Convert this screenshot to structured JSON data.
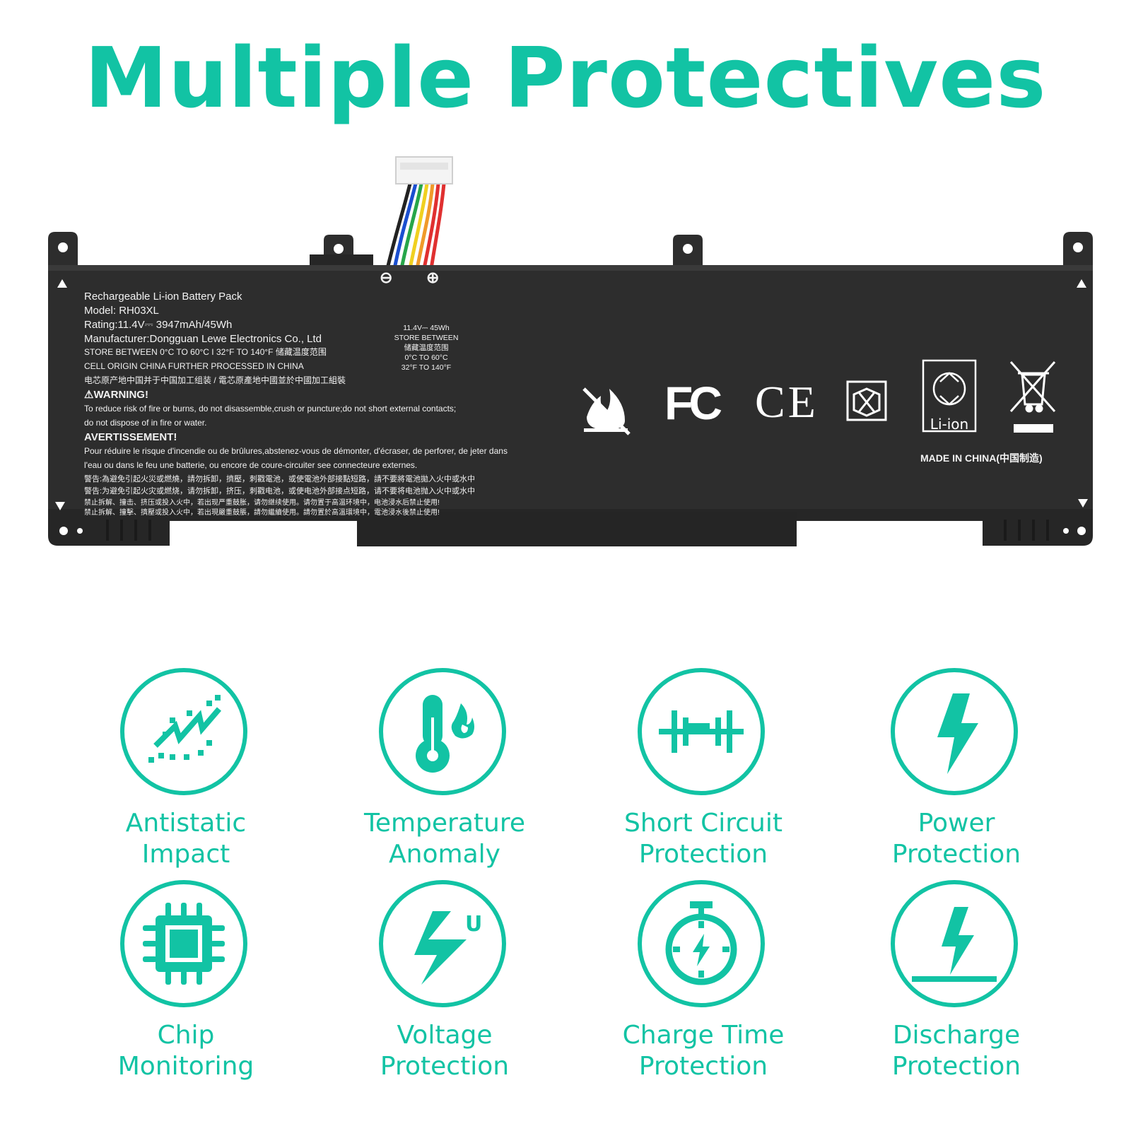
{
  "title": "Multiple Protectives",
  "battery": {
    "label_lines": [
      "Rechargeable Li-ion Battery Pack",
      "Model: RH03XL",
      "Rating:11.4V⎓ 3947mAh/45Wh",
      "Manufacturer:Dongguan Lewe Electronics Co., Ltd"
    ],
    "store_line": "STORE BETWEEN  0°C TO 60°C I 32°F TO 140°F 储藏温度范围",
    "origin_line1": "CELL ORIGIN CHINA FURTHER PROCESSED IN CHINA",
    "origin_line2": "电芯原产地中国并于中国加工组装 / 電芯原產地中國並於中國加工組裝",
    "warning_title": "⚠WARNING!",
    "warning_text1": "To reduce risk of fire or burns, do not disassemble,crush or puncture;do not short external contacts;",
    "warning_text2": "do not dispose of in fire or water.",
    "avert_title": "AVERTISSEMENT!",
    "avert_text1": "Pour réduire le risque d'incendie ou de brûlures,abstenez-vous de démonter, d'écraser, de  perforer, de jeter dans",
    "avert_text2": "l'eau ou dans le feu une batterie, ou encore de coure-circuiter see connecteure externes.",
    "cn1": "警告:為避免引起火災或燃燒，請勿拆卸，擠壓，刺戳電池，或使電池外部接點短路，請不要將電池拋入火中或水中",
    "cn2": "警告:为避免引起火灾或燃烧，请勿拆卸，挤压，刺戳电池，或使电池外部接点短路，请不要将电池抛入火中或水中",
    "cn3": "禁止拆解、撞击、挤压或投入火中，若出现严重鼓胀，请勿继续使用。请勿置于高温环境中，电池浸水后禁止使用!",
    "cn4": "禁止拆解、撞擊、擠壓或投入火中，若出現嚴重鼓脹，請勿繼續使用。請勿置於高溫環境中，電池浸水後禁止使用!",
    "mid_lines": [
      "11.4V⎓ 45Wh",
      "STORE BETWEEN",
      "储藏温度范围",
      "0°C TO 60°C",
      "32°F TO 140°F"
    ],
    "terminal_minus": "⊖",
    "terminal_plus": "⊕",
    "cert_fc": "FC",
    "cert_ce": "CE",
    "cert_liion": "Li-ion",
    "made_in": "MADE IN CHINA(中国制造)"
  },
  "features": [
    {
      "line1": "Antistatic",
      "line2": "Impact",
      "icon": "antistatic-icon"
    },
    {
      "line1": "Temperature",
      "line2": "Anomaly",
      "icon": "thermometer-flame-icon"
    },
    {
      "line1": "Short Circuit",
      "line2": "Protection",
      "icon": "short-circuit-icon"
    },
    {
      "line1": "Power",
      "line2": "Protection",
      "icon": "lightning-bolt-icon"
    },
    {
      "line1": "Chip",
      "line2": "Monitoring",
      "icon": "chip-icon"
    },
    {
      "line1": "Voltage",
      "line2": "Protection",
      "icon": "voltage-bolt-icon",
      "glyph": "U"
    },
    {
      "line1": "Charge Time",
      "line2": "Protection",
      "icon": "stopwatch-icon"
    },
    {
      "line1": "Discharge",
      "line2": "Protection",
      "icon": "discharge-icon"
    }
  ],
  "colors": {
    "accent": "#12c3a4",
    "battery": "#2d2d2d"
  }
}
